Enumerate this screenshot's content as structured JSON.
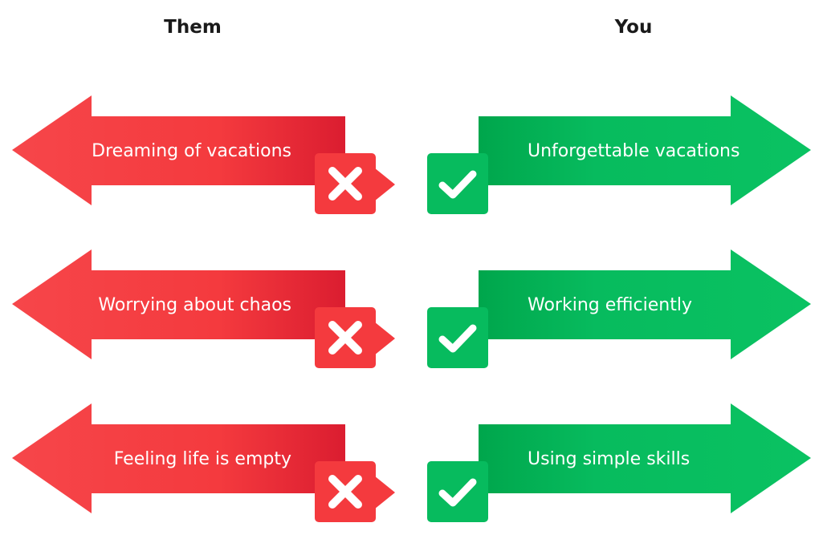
{
  "columns": {
    "left_title": "Them",
    "right_title": "You"
  },
  "rows": [
    {
      "them": "Dreaming of vacations",
      "you": "Unforgettable vacations"
    },
    {
      "them": "Worrying about chaos",
      "you": "Working efficiently"
    },
    {
      "them": "Feeling life is empty",
      "you": "Using simple skills"
    }
  ],
  "icons": {
    "left_badge": "x-mark-icon",
    "right_badge": "check-mark-icon"
  },
  "colors": {
    "negative": "#f43a3e",
    "negative_dark": "#e01f32",
    "positive": "#07bb5e",
    "positive_dark": "#00a84d"
  }
}
